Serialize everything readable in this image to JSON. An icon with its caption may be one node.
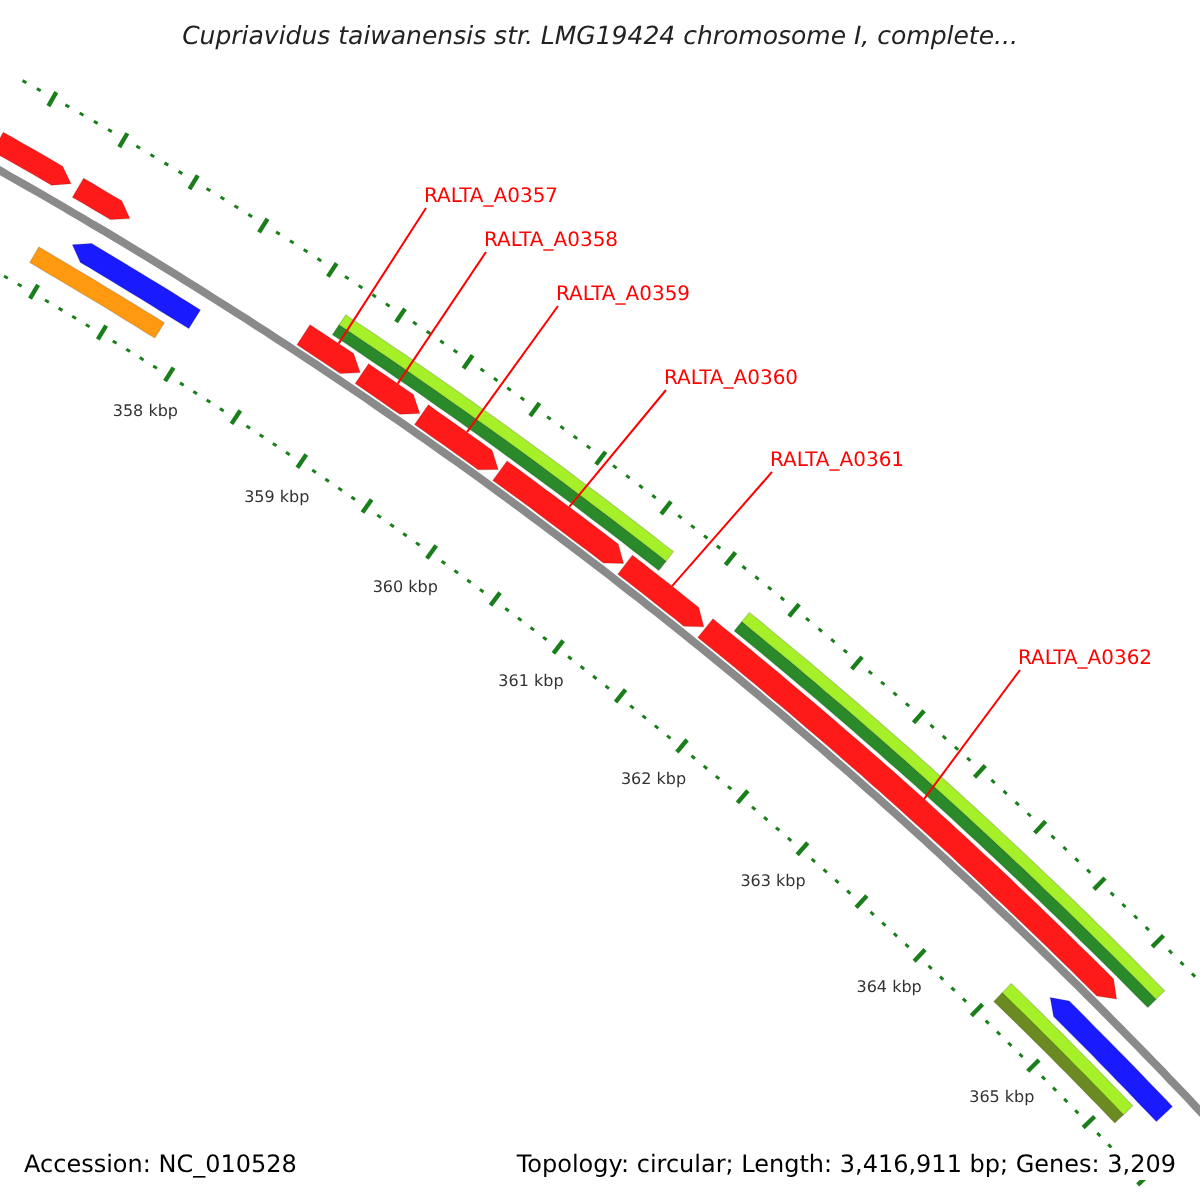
{
  "diagram": {
    "title": "Cupriavidus taiwanensis str. LMG19424 chromosome I, complete...",
    "nodes": [
      {
        "text": [
          "RALTA_A0357"
        ]
      },
      {
        "text": [
          "RALTA_A0358"
        ]
      },
      {
        "text": [
          "RALTA_A0359"
        ]
      },
      {
        "text": [
          "RALTA_A0360"
        ]
      },
      {
        "text": [
          "RALTA_A0361"
        ]
      },
      {
        "text": [
          "RALTA_A0362"
        ]
      },
      {
        "text": [],
        "shape": "bar"
      },
      {
        "text": [],
        "shape": "bar"
      },
      {
        "text": [],
        "shape": "bar"
      },
      {
        "text": [],
        "shape": "bar"
      },
      {
        "text": [],
        "shape": "bar"
      },
      {
        "text": [],
        "shape": "bar"
      }
    ],
    "edges": [
      {
        "from": 0,
        "to": 6,
        "arrow": "none"
      },
      {
        "from": 1,
        "to": 7,
        "arrow": "none"
      },
      {
        "from": 2,
        "to": 8,
        "arrow": "none"
      },
      {
        "from": 3,
        "to": 9,
        "arrow": "none"
      },
      {
        "from": 4,
        "to": 10,
        "arrow": "none"
      },
      {
        "from": 5,
        "to": 11,
        "arrow": "none"
      }
    ],
    "labels": [
      "358 kbp",
      "359 kbp",
      "360 kbp",
      "361 kbp",
      "362 kbp",
      "363 kbp",
      "364 kbp",
      "365 kbp",
      "Accession: NC_010528",
      "Topology: circular; Length: 3,416,911 bp; Genes: 3,209"
    ]
  }
}
